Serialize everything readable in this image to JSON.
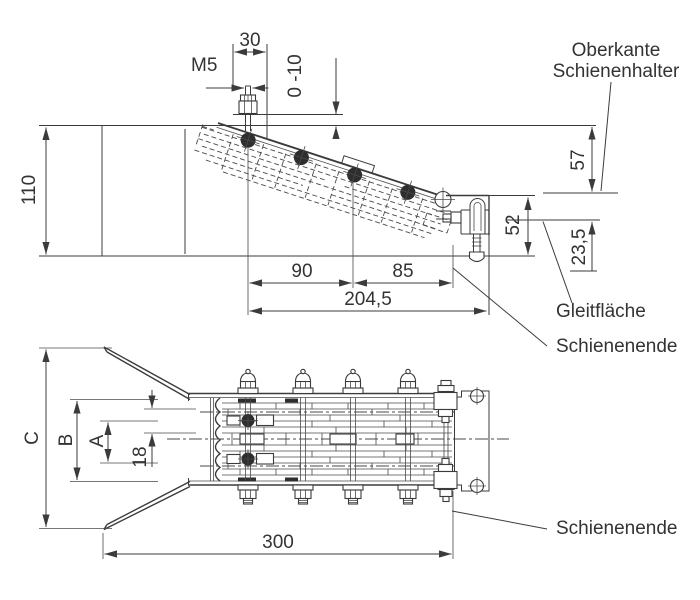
{
  "side_view": {
    "dimensions": {
      "block_width": "30",
      "thread": "M5",
      "adjust_range": "0 -10",
      "height_total": "110",
      "top_offset": "57",
      "holder_height": "52",
      "bottom_offset": "23,5",
      "span_left": "90",
      "span_right": "85",
      "span_total": "204,5"
    },
    "labels": {
      "oberkante_line1": "Oberkante",
      "oberkante_line2": "Schienenhalter",
      "gleitflaeche": "Gleitfläche",
      "schienenende": "Schienenende"
    }
  },
  "plan_view": {
    "dimensions": {
      "width_c": "C",
      "width_b": "B",
      "width_a": "A",
      "pitch": "18",
      "length_total": "300"
    },
    "labels": {
      "schienenende": "Schienenende"
    }
  },
  "colors": {
    "line": "#3b3b3b",
    "text": "#333333",
    "background": "#ffffff"
  }
}
